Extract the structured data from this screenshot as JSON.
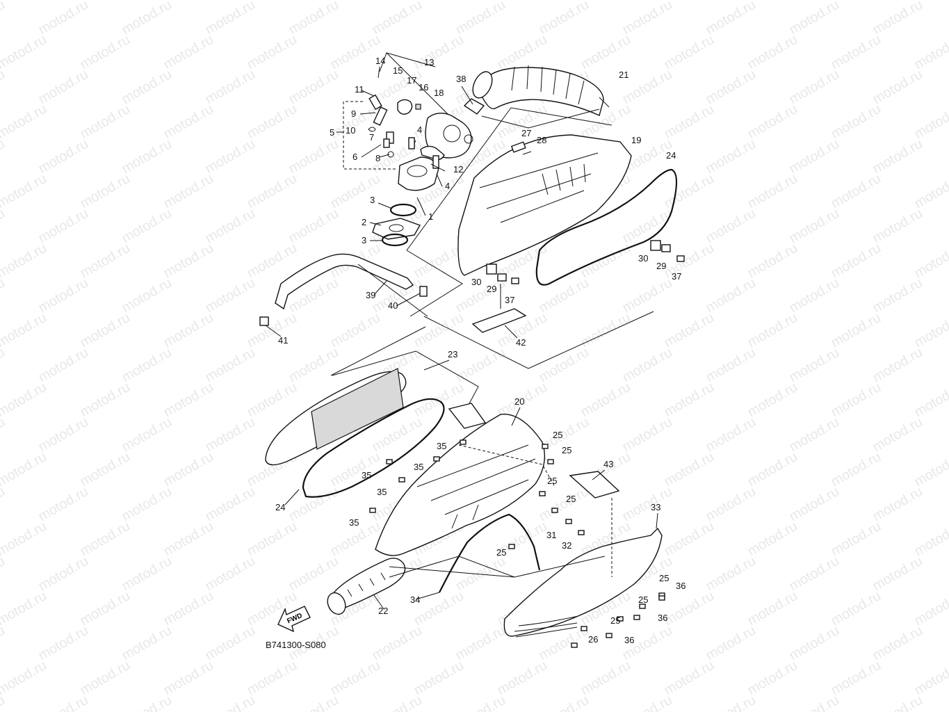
{
  "watermark": "motod.ru",
  "diagram_code": "B741300-S080",
  "fwd_label": "FWD",
  "callouts": [
    {
      "id": "c14",
      "text": "14"
    },
    {
      "id": "c13",
      "text": "13"
    },
    {
      "id": "c15",
      "text": "15"
    },
    {
      "id": "c17",
      "text": "17"
    },
    {
      "id": "c16",
      "text": "16"
    },
    {
      "id": "c18",
      "text": "18"
    },
    {
      "id": "c11",
      "text": "11"
    },
    {
      "id": "c38",
      "text": "38"
    },
    {
      "id": "c21",
      "text": "21"
    },
    {
      "id": "c9",
      "text": "9"
    },
    {
      "id": "c5",
      "text": "5"
    },
    {
      "id": "c10",
      "text": "10"
    },
    {
      "id": "c7",
      "text": "7"
    },
    {
      "id": "c4a",
      "text": "4"
    },
    {
      "id": "c6",
      "text": "6"
    },
    {
      "id": "c8",
      "text": "8"
    },
    {
      "id": "c12",
      "text": "12"
    },
    {
      "id": "c4b",
      "text": "4"
    },
    {
      "id": "c27",
      "text": "27"
    },
    {
      "id": "c28",
      "text": "28"
    },
    {
      "id": "c19",
      "text": "19"
    },
    {
      "id": "c24a",
      "text": "24"
    },
    {
      "id": "c3a",
      "text": "3"
    },
    {
      "id": "c1",
      "text": "1"
    },
    {
      "id": "c2",
      "text": "2"
    },
    {
      "id": "c3b",
      "text": "3"
    },
    {
      "id": "c30a",
      "text": "30"
    },
    {
      "id": "c29a",
      "text": "29"
    },
    {
      "id": "c37a",
      "text": "37"
    },
    {
      "id": "c39",
      "text": "39"
    },
    {
      "id": "c40",
      "text": "40"
    },
    {
      "id": "c30b",
      "text": "30"
    },
    {
      "id": "c29b",
      "text": "29"
    },
    {
      "id": "c37b",
      "text": "37"
    },
    {
      "id": "c41",
      "text": "41"
    },
    {
      "id": "c42",
      "text": "42"
    },
    {
      "id": "c23",
      "text": "23"
    },
    {
      "id": "c20",
      "text": "20"
    },
    {
      "id": "c35a",
      "text": "35"
    },
    {
      "id": "c25a",
      "text": "25"
    },
    {
      "id": "c25b",
      "text": "25"
    },
    {
      "id": "c35b",
      "text": "35"
    },
    {
      "id": "c35c",
      "text": "35"
    },
    {
      "id": "c43",
      "text": "43"
    },
    {
      "id": "c25c",
      "text": "25"
    },
    {
      "id": "c35d",
      "text": "35"
    },
    {
      "id": "c24b",
      "text": "24"
    },
    {
      "id": "c25d",
      "text": "25"
    },
    {
      "id": "c35e",
      "text": "35"
    },
    {
      "id": "c33",
      "text": "33"
    },
    {
      "id": "c31",
      "text": "31"
    },
    {
      "id": "c32",
      "text": "32"
    },
    {
      "id": "c25e",
      "text": "25"
    },
    {
      "id": "c25f",
      "text": "25"
    },
    {
      "id": "c36a",
      "text": "36"
    },
    {
      "id": "c34",
      "text": "34"
    },
    {
      "id": "c25g",
      "text": "25"
    },
    {
      "id": "c22",
      "text": "22"
    },
    {
      "id": "c36b",
      "text": "36"
    },
    {
      "id": "c25h",
      "text": "25"
    },
    {
      "id": "c26",
      "text": "26"
    },
    {
      "id": "c36c",
      "text": "36"
    }
  ]
}
